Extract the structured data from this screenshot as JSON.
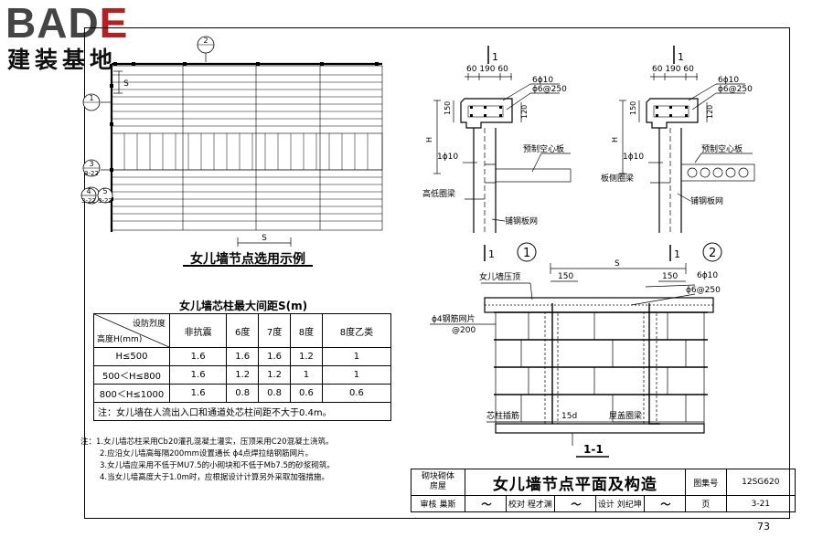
{
  "logo": {
    "brand_main": "BAD",
    "brand_accent": "E",
    "brand_sub": "建装基地"
  },
  "plan": {
    "title": "女儿墙节点选用示例",
    "dim_s": "S",
    "callouts": [
      {
        "num": "2",
        "ref": ""
      },
      {
        "num": "1",
        "ref": ""
      },
      {
        "num": "3",
        "ref": "3-22"
      },
      {
        "num": "4",
        "ref": "3-22"
      },
      {
        "num": "5",
        "ref": "3-22"
      }
    ]
  },
  "table": {
    "title": "女儿墙芯柱最大间距S(m)",
    "diag_top": "设防烈度",
    "diag_bottom": "高度H(mm)",
    "headers": [
      "非抗震",
      "6度",
      "7度",
      "8度",
      "8度乙类"
    ],
    "rows": [
      {
        "label": "H≤500",
        "cells": [
          "1.6",
          "1.6",
          "1.6",
          "1.2",
          "1"
        ]
      },
      {
        "label": "500＜H≤800",
        "cells": [
          "1.6",
          "1.2",
          "1.2",
          "1",
          "1"
        ]
      },
      {
        "label": "800＜H≤1000",
        "cells": [
          "1.6",
          "0.8",
          "0.8",
          "0.6",
          "0.6"
        ]
      }
    ],
    "note": "注：女儿墙在人流出入口和通道处芯柱间距不大于0.4m。"
  },
  "notes": [
    "注：1.女儿墙芯柱采用Cb20灌孔混凝土灌实，压顶采用C20混凝土浇筑。",
    "2.应沿女儿墙高每隔200mm设置通长 ϕ4点焊拉结钢筋网片。",
    "3.女儿墙应采用不低于MU7.5的小砌块和不低于Mb7.5的砂浆砌筑。",
    "4.当女儿墙高度大于1.0m时，应根据设计计算另外采取加强措施。"
  ],
  "detail1": {
    "section_mark": "1",
    "dims": "60 190 60",
    "bar1": "6ϕ10",
    "bar2": "ϕ6@250",
    "d150": "150",
    "d120": "120",
    "h": "H",
    "rebar": "1ϕ10",
    "slab": "预制空心板",
    "beam": "高低圈梁",
    "mesh": "铺钢板网",
    "circle": "1"
  },
  "detail2": {
    "section_mark": "1",
    "dims": "60 190 60",
    "bar1": "6ϕ10",
    "bar2": "ϕ6@250",
    "d150": "150",
    "d120": "120",
    "h": "H",
    "rebar": "1ϕ10",
    "slab": "预制空心板",
    "beam": "板侧圈梁",
    "mesh": "铺钢板网",
    "circle": "2"
  },
  "section": {
    "title": "1-1",
    "coping": "女儿墙压顶",
    "s": "S",
    "d150a": "150",
    "d150b": "150",
    "bar1": "6ϕ10",
    "bar2": "ϕ6@250",
    "mesh": "ϕ4钢筋网片",
    "mesh2": "@200",
    "dowel": "芯柱插筋",
    "anchor": "15d",
    "ring": "屋盖圈梁"
  },
  "titleblock": {
    "category1": "砌块砌体",
    "category2": "房屋",
    "drawing_title": "女儿墙节点平面及构造",
    "atlas_label": "图集号",
    "atlas_no": "12SG620",
    "review": "审核",
    "reviewer": "巢斯",
    "check": "校对",
    "checker": "程才渊",
    "design": "设计",
    "designer": "刘纪坤",
    "page_label": "页",
    "page_no": "3-21"
  },
  "page_number": "73"
}
